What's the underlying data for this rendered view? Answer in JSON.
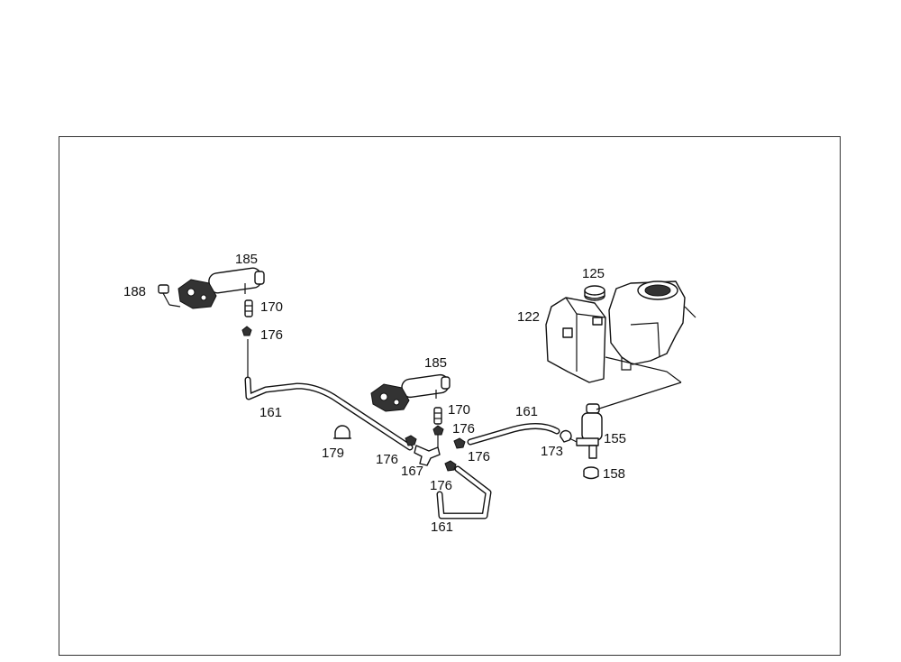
{
  "diagram": {
    "labels": {
      "p188": "188",
      "p185a": "185",
      "p170a": "170",
      "p176a": "176",
      "p161a": "161",
      "p179": "179",
      "p185b": "185",
      "p170b": "170",
      "p176b": "176",
      "p176c": "176",
      "p176d": "176",
      "p167": "167",
      "p176e": "176",
      "p161b": "161",
      "p161c": "161",
      "p173": "173",
      "p125": "125",
      "p122": "122",
      "p155": "155",
      "p158": "158"
    }
  }
}
